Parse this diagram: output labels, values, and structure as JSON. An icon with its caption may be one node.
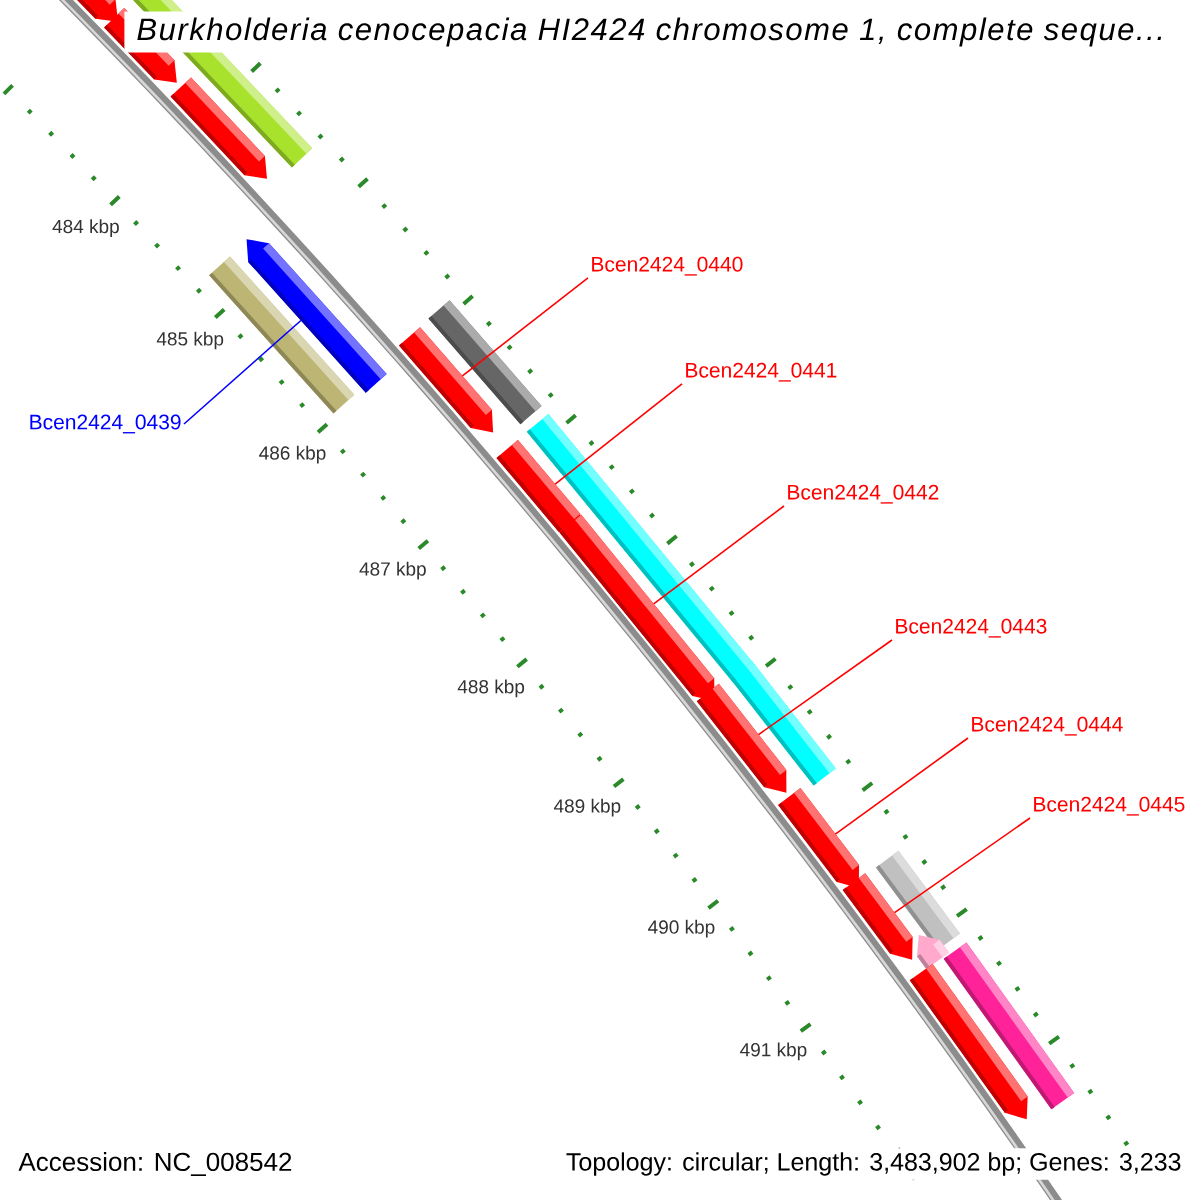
{
  "diagram": {
    "title": "Burkholderia cenocepacia HI2424 chromosome 1, complete seque...",
    "nodes": [
      {
        "text": [],
        "shape": "arrow"
      },
      {
        "text": [],
        "shape": "arrow"
      },
      {
        "text": [],
        "shape": "box"
      },
      {
        "text": [],
        "shape": "arrow"
      },
      {
        "text": [],
        "shape": "box"
      },
      {
        "text": [],
        "shape": "arrow"
      },
      {
        "text": [],
        "shape": "arrow"
      },
      {
        "text": [],
        "shape": "box"
      },
      {
        "text": [],
        "shape": "box"
      },
      {
        "text": [],
        "shape": "arrow"
      },
      {
        "text": [],
        "shape": "arrow"
      },
      {
        "text": [],
        "shape": "box"
      },
      {
        "text": [],
        "shape": "arrow"
      },
      {
        "text": [],
        "shape": "arrow"
      },
      {
        "text": [],
        "shape": "box"
      },
      {
        "text": [],
        "shape": "arrow"
      },
      {
        "text": [],
        "shape": "arrow"
      },
      {
        "text": [],
        "shape": "box"
      },
      {
        "text": [],
        "shape": "arrow"
      },
      {
        "text": [
          "Bcen2424_0439"
        ]
      },
      {
        "text": [
          "Bcen2424_0440"
        ]
      },
      {
        "text": [
          "Bcen2424_0441"
        ]
      },
      {
        "text": [
          "Bcen2424_0442"
        ]
      },
      {
        "text": [
          "Bcen2424_0443"
        ]
      },
      {
        "text": [
          "Bcen2424_0444"
        ]
      },
      {
        "text": [
          "Bcen2424_0445"
        ]
      }
    ],
    "edges": [
      {
        "from": 19,
        "to": 5,
        "arrow": "none",
        "color": "#0000ff"
      },
      {
        "from": 20,
        "to": 6,
        "arrow": "none"
      },
      {
        "from": 21,
        "to": 9,
        "arrow": "none"
      },
      {
        "from": 22,
        "to": 10,
        "arrow": "none"
      },
      {
        "from": 23,
        "to": 12,
        "arrow": "none"
      },
      {
        "from": 24,
        "to": 13,
        "arrow": "none"
      },
      {
        "from": 25,
        "to": 15,
        "arrow": "none"
      }
    ],
    "labels": [
      "484 kbp",
      "485 kbp",
      "486 kbp",
      "487 kbp",
      "488 kbp",
      "489 kbp",
      "490 kbp",
      "491 kbp",
      "Accession: NC_008542",
      "Topology: circular; Length: 3,483,902 bp; Genes: 3,233"
    ]
  }
}
